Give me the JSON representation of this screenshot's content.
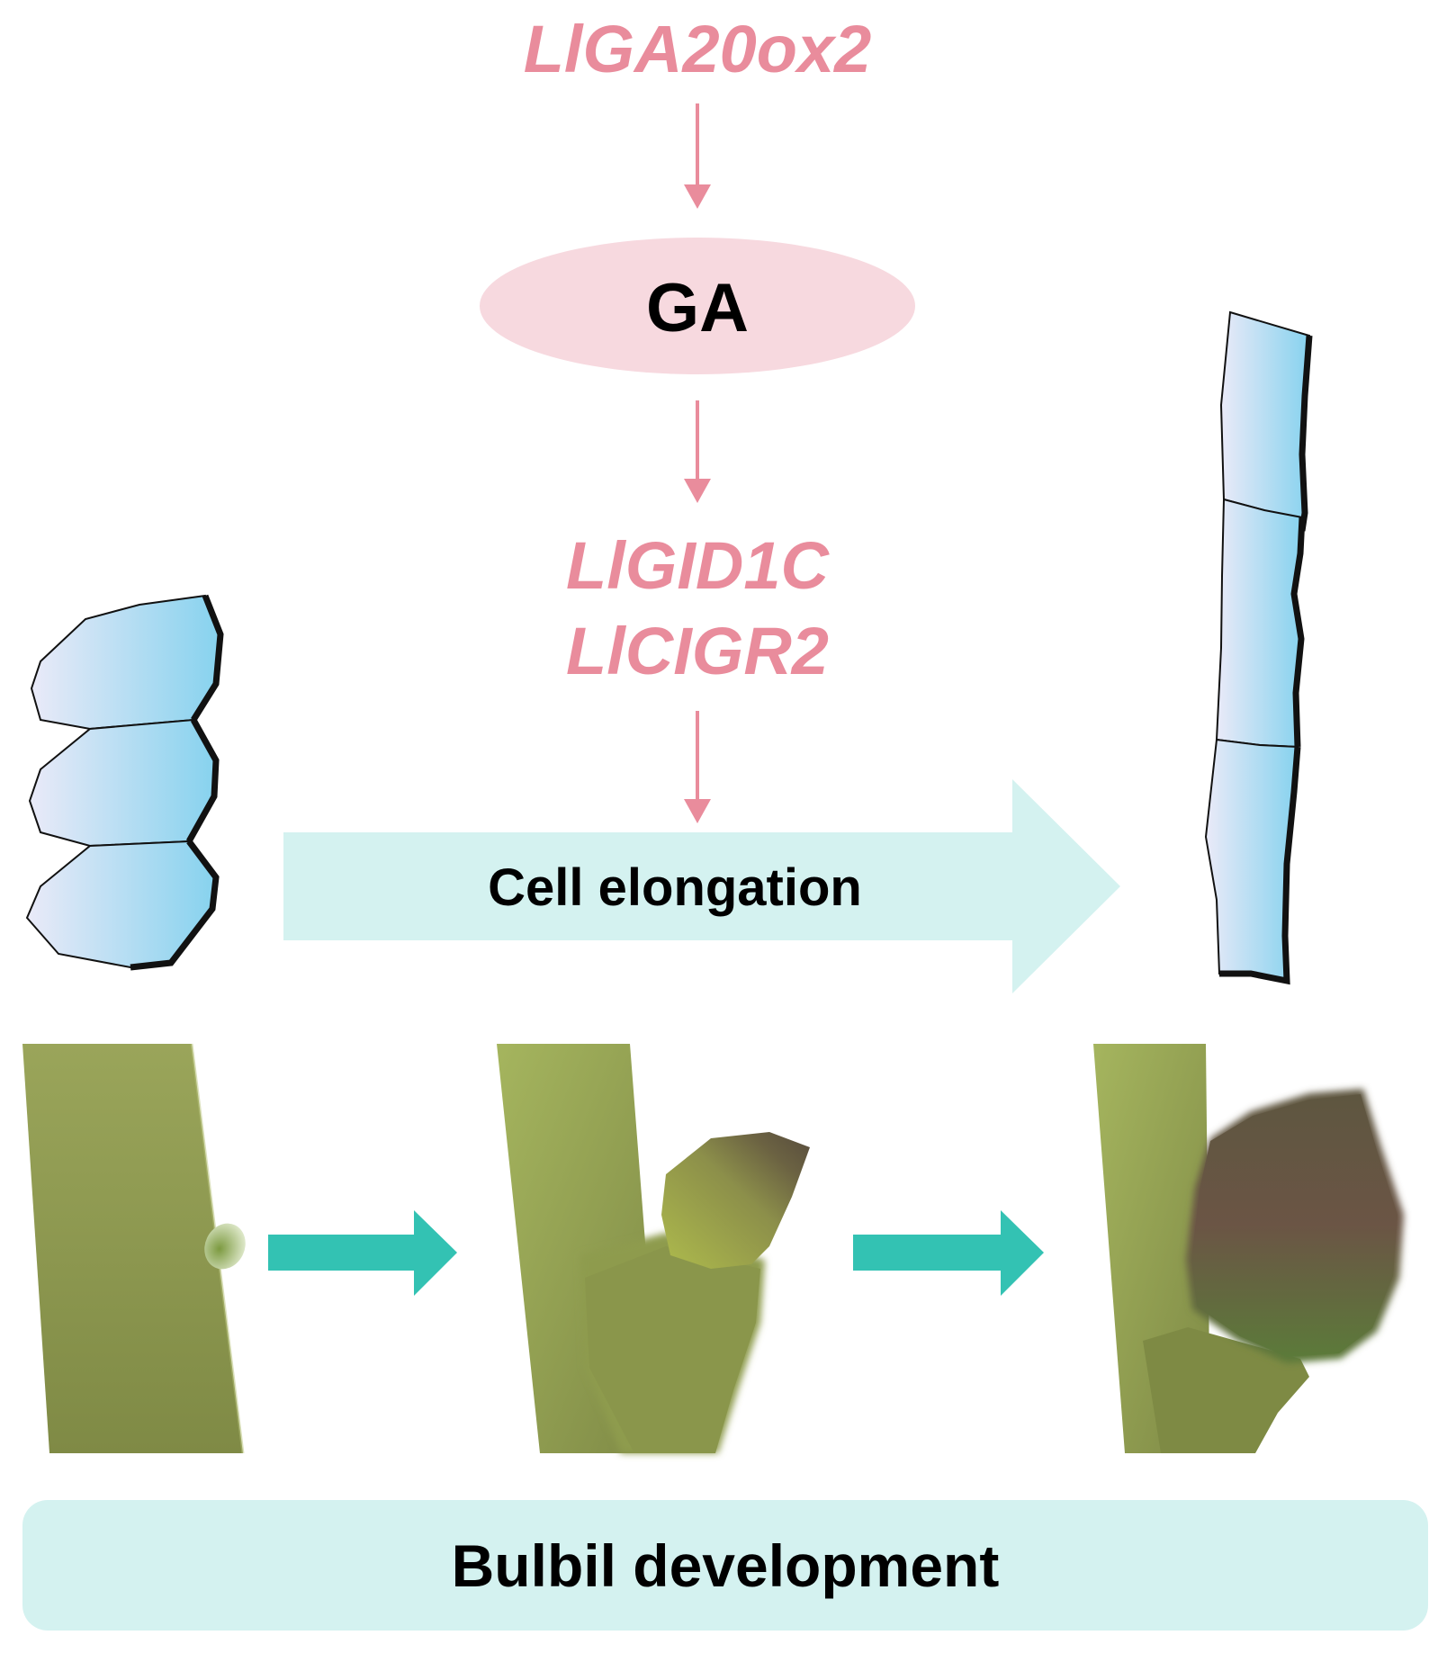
{
  "labels": {
    "gene_top": "LlGA20ox2",
    "hormone": "GA",
    "gene_mid_1": "LlGID1C",
    "gene_mid_2": "LlCIGR2",
    "process_arrow": "Cell elongation",
    "bottom_banner": "Bulbil development"
  },
  "colors": {
    "pink_text": "#e98c9c",
    "ga_ellipse": "#f7d9df",
    "light_teal": "#d4f2f0",
    "teal_arrow": "#33c2b3",
    "cell_blue": "#8fd3ee",
    "stem_green": "#8c9a4f",
    "bulbil_brown": "#6a5a48"
  }
}
